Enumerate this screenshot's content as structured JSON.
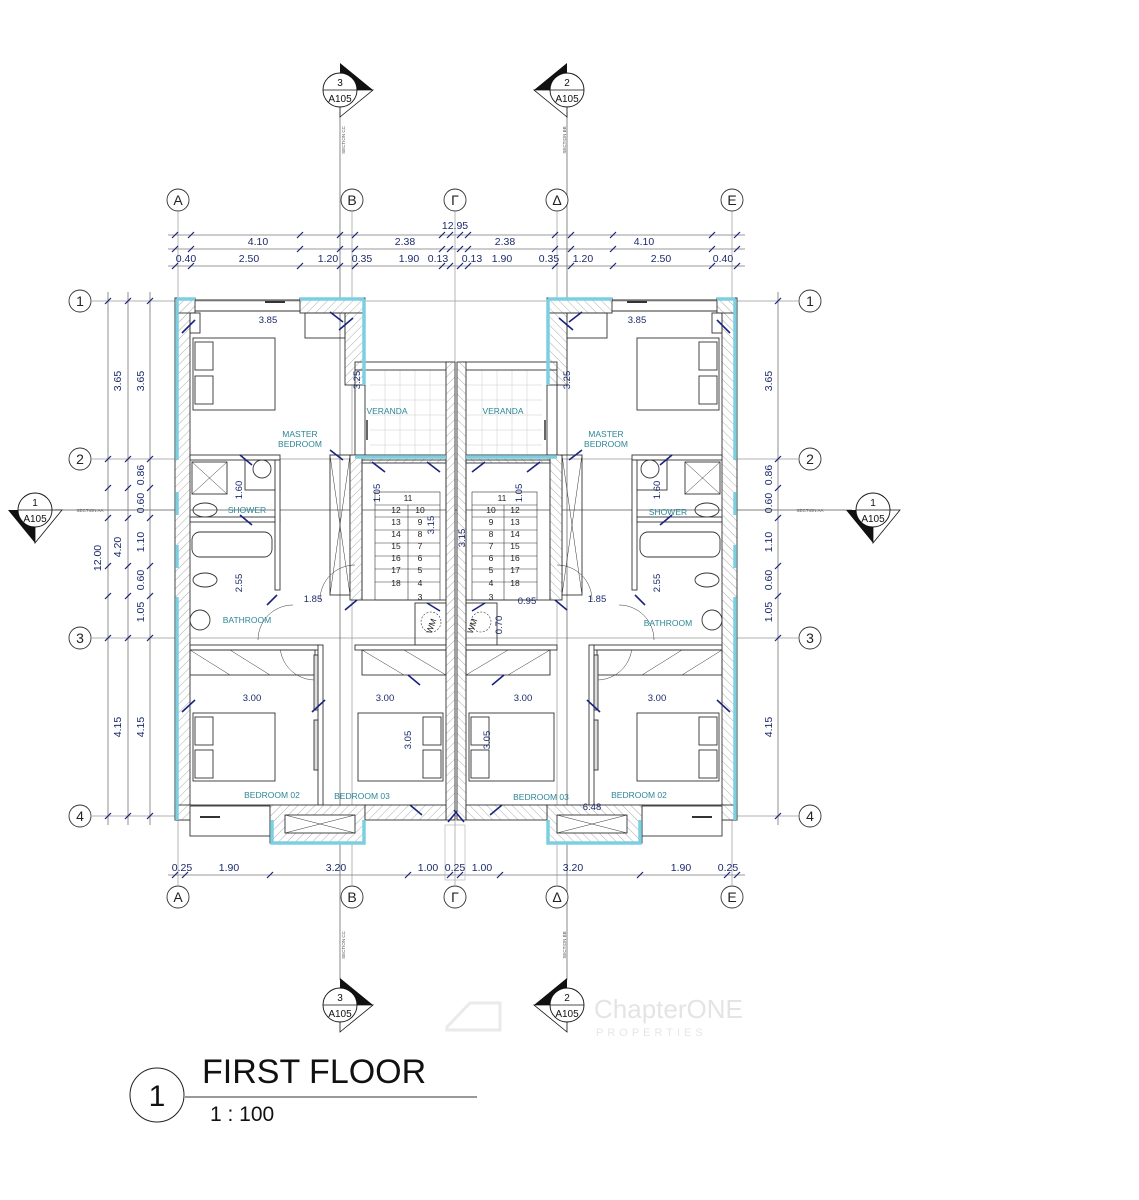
{
  "title": {
    "number": "1",
    "name": "FIRST FLOOR",
    "scale": "1 : 100"
  },
  "grid": {
    "columns": [
      "A",
      "B",
      "Γ",
      "Δ",
      "E"
    ],
    "rows": [
      "1",
      "2",
      "3",
      "4"
    ]
  },
  "sections": {
    "cc": {
      "number": "3",
      "sheet": "A105",
      "label": "SECTION CC"
    },
    "bb": {
      "number": "2",
      "sheet": "A105",
      "label": "SECTION BB"
    },
    "aa": {
      "number": "1",
      "sheet": "A105",
      "label": "SECTION AA"
    }
  },
  "dims": {
    "overall_width": "12.95",
    "top_major": [
      "4.10",
      "2.38",
      "2.38",
      "4.10"
    ],
    "top_minor": [
      "0.40",
      "2.50",
      "1.20",
      "0.35",
      "1.90",
      "0.13",
      "0.13",
      "1.90",
      "0.35",
      "1.20",
      "2.50",
      "0.40"
    ],
    "bottom": [
      "0.25",
      "1.90",
      "3.20",
      "1.00",
      "0.25",
      "1.00",
      "3.20",
      "1.90",
      "0.25"
    ],
    "left_overall": "12.00",
    "left_major": [
      "3.65",
      "4.20",
      "4.15"
    ],
    "left_minor": [
      "3.65",
      "0.86",
      "0.60",
      "1.10",
      "0.60",
      "1.05",
      "4.15"
    ],
    "right_minor": [
      "3.65",
      "0.86",
      "0.60",
      "1.10",
      "0.60",
      "1.05",
      "4.15"
    ]
  },
  "rooms": {
    "left": [
      "MASTER",
      "BEDROOM",
      "VERANDA",
      "SHOWER",
      "BATHROOM",
      "BEDROOM 02",
      "BEDROOM 03"
    ],
    "right": [
      "MASTER",
      "BEDROOM",
      "VERANDA",
      "SHOWER",
      "BATHROOM",
      "BEDROOM 02",
      "BEDROOM 03"
    ]
  },
  "interior_dims": {
    "left": [
      "3.85",
      "3.25",
      "1.60",
      "2.55",
      "1.85",
      "3.00",
      "3.00",
      "3.05",
      "1.05",
      "3.15"
    ],
    "right": [
      "3.85",
      "3.25",
      "1.60",
      "2.55",
      "1.85",
      "3.00",
      "3.00",
      "3.05",
      "1.05",
      "3.15",
      "0.95",
      "0.70",
      "6.48"
    ]
  },
  "stairs": {
    "left": [
      "11",
      "12",
      "13",
      "14",
      "15",
      "16",
      "17",
      "18",
      "10",
      "9",
      "8",
      "7",
      "6",
      "5",
      "4",
      "3"
    ],
    "right": [
      "11",
      "10",
      "9",
      "8",
      "7",
      "6",
      "5",
      "4",
      "3",
      "12",
      "13",
      "14",
      "15",
      "16",
      "17",
      "18"
    ]
  },
  "appliances": {
    "washing_machine": "WM"
  },
  "watermark": {
    "brand": "ChapterONE",
    "sub": "PROPERTIES"
  },
  "colors": {
    "wall_edge": "#7ccfe0",
    "dimension": "#1c2a6b",
    "room_label": "#2b8796",
    "tick": "#1a237e"
  }
}
